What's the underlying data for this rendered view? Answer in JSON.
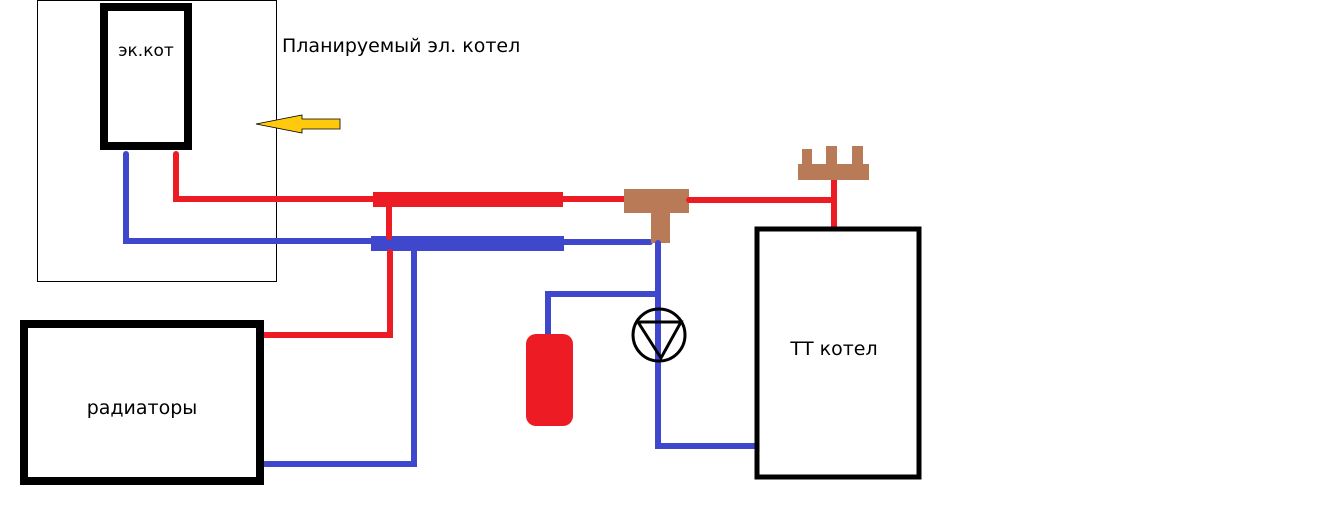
{
  "diagram": {
    "type": "heating-system-schematic",
    "labels": {
      "electric_boiler": "эк.кот",
      "planned_note": "Планируемый эл. котел",
      "radiators": "радиаторы",
      "solid_fuel_boiler": "ТТ котел"
    },
    "colors": {
      "supply_hot": "#ed1c24",
      "return_cold": "#3f48cc",
      "fitting": "#b97a57",
      "arrow": "#ffc90e",
      "outline": "#000000",
      "expansion_tank": "#ed1c24"
    },
    "components": [
      {
        "id": "electric-boiler",
        "label_key": "electric_boiler",
        "status": "planned"
      },
      {
        "id": "radiators",
        "label_key": "radiators"
      },
      {
        "id": "solid-fuel-boiler",
        "label_key": "solid_fuel_boiler"
      },
      {
        "id": "circulation-pump"
      },
      {
        "id": "expansion-tank"
      },
      {
        "id": "tee-fitting"
      },
      {
        "id": "safety-group"
      },
      {
        "id": "hydraulic-separator-supply"
      },
      {
        "id": "hydraulic-separator-return"
      }
    ]
  }
}
